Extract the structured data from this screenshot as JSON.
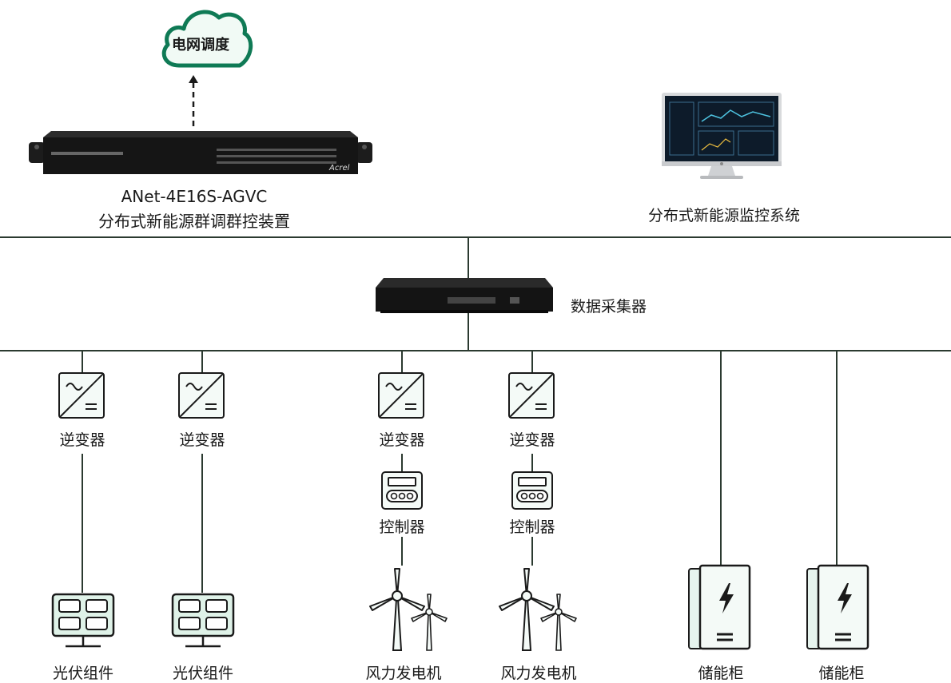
{
  "cloud": {
    "label": "电网调度"
  },
  "controller": {
    "model": "ANet-4E16S-AGVC",
    "name": "分布式新能源群调群控装置",
    "brand": "Acrel"
  },
  "monitor": {
    "name": "分布式新能源监控系统"
  },
  "collector": {
    "name": "数据采集器"
  },
  "branches": {
    "inverter": "逆变器",
    "meter": "控制器",
    "pv": "光伏组件",
    "wind": "风力发电机",
    "storage": "储能柜"
  },
  "colors": {
    "accent": "#0f7a55",
    "accent_light": "#e6f4ee",
    "line": "#2b3a30",
    "device": "#1c1c1c"
  }
}
